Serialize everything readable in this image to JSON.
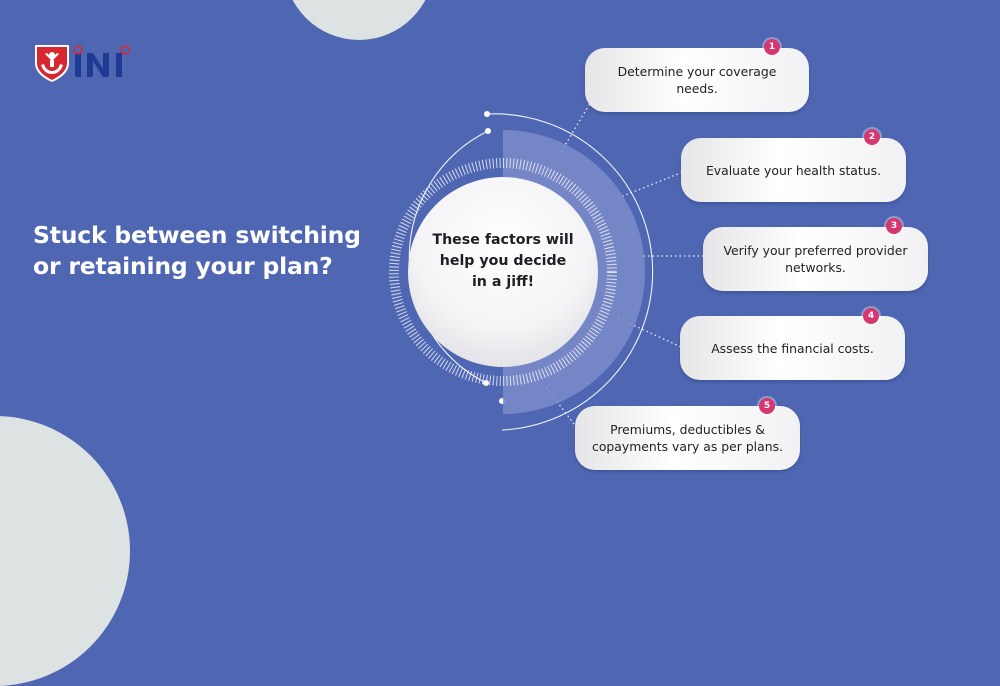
{
  "brand": {
    "logo_text": "INI",
    "shield_color": "#d7282f",
    "text_color": "#1f3a93"
  },
  "colors": {
    "background": "#4f67b3",
    "decor_circle": "#dde3e3",
    "arc_highlight": "#7b8cc9",
    "badge": "#d4386f",
    "card_text": "#222222"
  },
  "headline": {
    "line1": "Stuck between switching",
    "line2": "or retaining your plan?"
  },
  "hub": {
    "line1": "These factors will",
    "line2": "help you decide",
    "line3": "in a jiff!"
  },
  "factors": [
    {
      "number": "1",
      "line1": "Determine your coverage",
      "line2": "needs."
    },
    {
      "number": "2",
      "line1": "Evaluate your health status.",
      "line2": ""
    },
    {
      "number": "3",
      "line1": "Verify your preferred provider",
      "line2": "networks."
    },
    {
      "number": "4",
      "line1": "Assess the financial costs.",
      "line2": ""
    },
    {
      "number": "5",
      "line1": "Premiums, deductibles &",
      "line2": "copayments vary as per plans."
    }
  ]
}
